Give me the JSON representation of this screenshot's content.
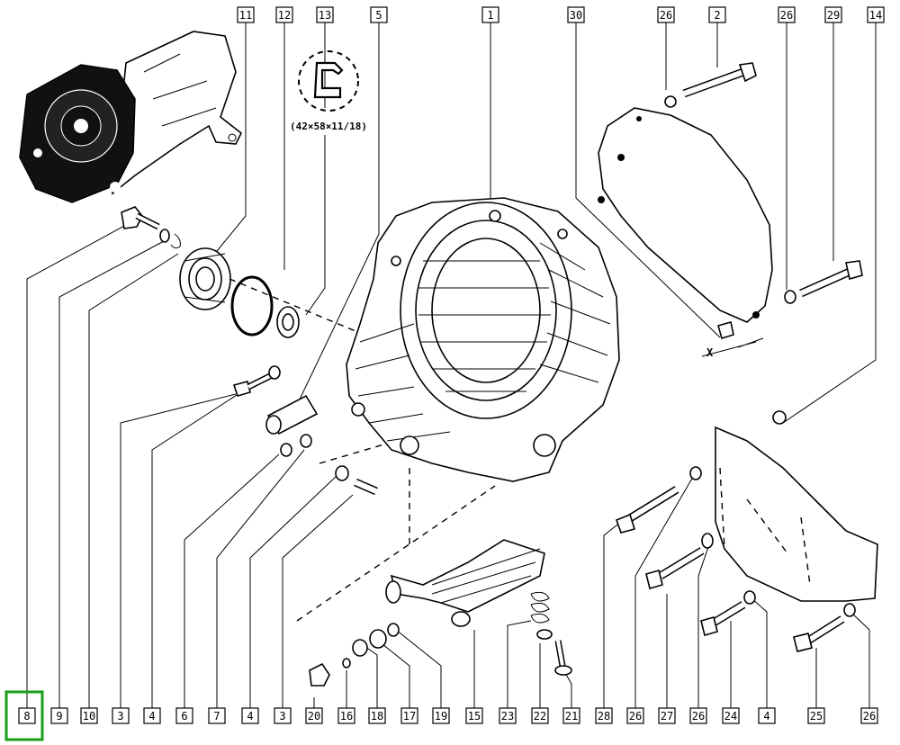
{
  "diagram": {
    "top_labels": [
      "11",
      "12",
      "13",
      "5",
      "1",
      "30",
      "26",
      "2",
      "26",
      "29",
      "14"
    ],
    "bottom_labels": [
      "8",
      "9",
      "10",
      "3",
      "4",
      "6",
      "7",
      "4",
      "3",
      "20",
      "16",
      "18",
      "17",
      "19",
      "15",
      "23",
      "22",
      "21",
      "28",
      "26",
      "27",
      "26",
      "24",
      "4",
      "25",
      "26"
    ],
    "seal_dimension": "(42×58×11/18)",
    "axis_marker": "X",
    "highlighted_label": "8",
    "highlight_color": "#1a9e1a"
  }
}
